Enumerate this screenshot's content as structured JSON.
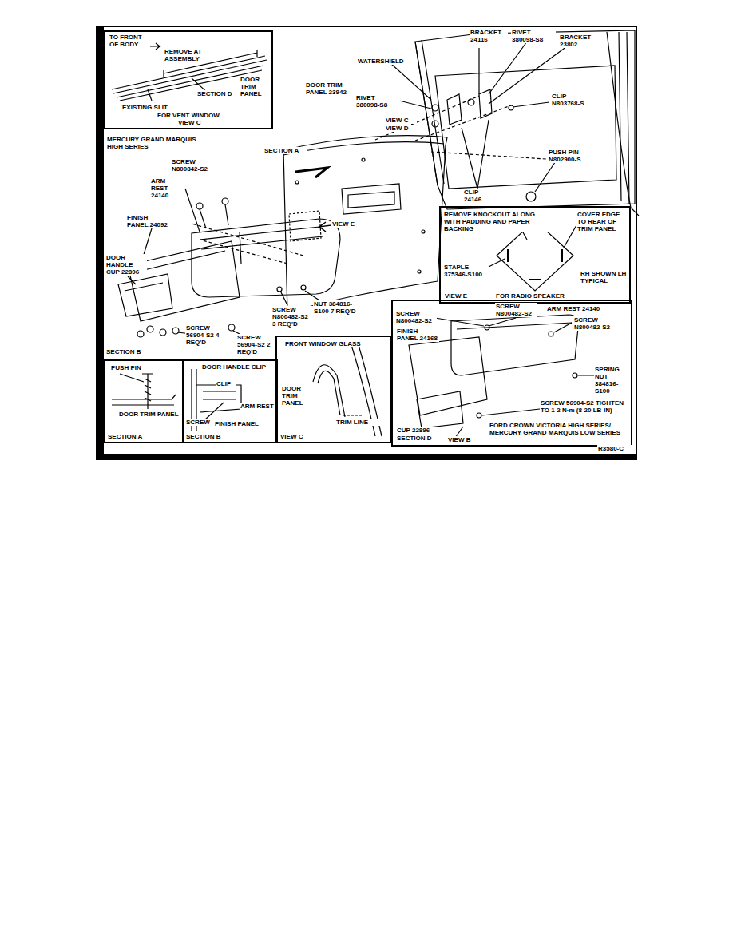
{
  "diagram": {
    "nodes": [
      {
        "text": [
          "TO FRONT OF BODY",
          "REMOVE AT ASSEMBLY",
          "DOOR TRIM PANEL",
          "SECTION D",
          "EXISTING SLIT",
          "FOR VENT WINDOW",
          "VIEW C"
        ]
      },
      {
        "text": [
          "REMOVE KNOCKOUT ALONG WITH PADDING AND PAPER BACKING",
          "COVER EDGE TO REAR OF TRIM PANEL",
          "STAPLE 375346-S100",
          "RH SHOWN LH TYPICAL",
          "VIEW E",
          "FOR RADIO SPEAKER"
        ]
      },
      {
        "text": [
          "SCREW N800482-S2",
          "SCREW N800482-S2",
          "ARM REST 24140",
          "SCREW N800482-S2",
          "FINISH PANEL 24168",
          "SPRING NUT 384816-S100",
          "SCREW 56904-S2 TIGHTEN TO 1-2 N·m (8-20 LB-IN)",
          "CUP 22896",
          "SECTION D",
          "VIEW B",
          "FORD CROWN VICTORIA HIGH SERIES/ MERCURY GRAND MARQUIS LOW SERIES"
        ]
      },
      {
        "text": [
          "PUSH PIN",
          "DOOR TRIM PANEL",
          "SECTION A"
        ]
      },
      {
        "text": [
          "DOOR HANDLE CLIP",
          "CLIP",
          "ARM REST",
          "SCREW",
          "FINISH PANEL",
          "SECTION B"
        ]
      },
      {
        "text": [
          "FRONT WINDOW GLASS",
          "DOOR TRIM PANEL",
          "TRIM LINE",
          "VIEW C"
        ]
      }
    ],
    "labels": [
      "MERCURY GRAND MARQUIS HIGH SERIES",
      "DOOR TRIM PANEL 23942",
      "WATERSHIELD",
      "BRACKET 24116",
      "RIVET 380098-S8",
      "BRACKET 23802",
      "RIVET 380098-S8",
      "VIEW C",
      "VIEW D",
      "CLIP N803768-S",
      "PUSH PIN N802900-S",
      "CLIP 24146",
      "SECTION A",
      "SCREW N800842-S2",
      "ARM REST 24140",
      "FINISH PANEL 24092",
      "DOOR HANDLE CUP 22896",
      "VIEW E",
      "SCREW N800482-S2 3 REQ'D",
      "NUT 384816-S100 7 REQ'D",
      "SCREW 56904-S2 4 REQ'D",
      "SCREW 56904-S2 2 REQ'D",
      "SECTION B",
      "R3580-C"
    ]
  }
}
